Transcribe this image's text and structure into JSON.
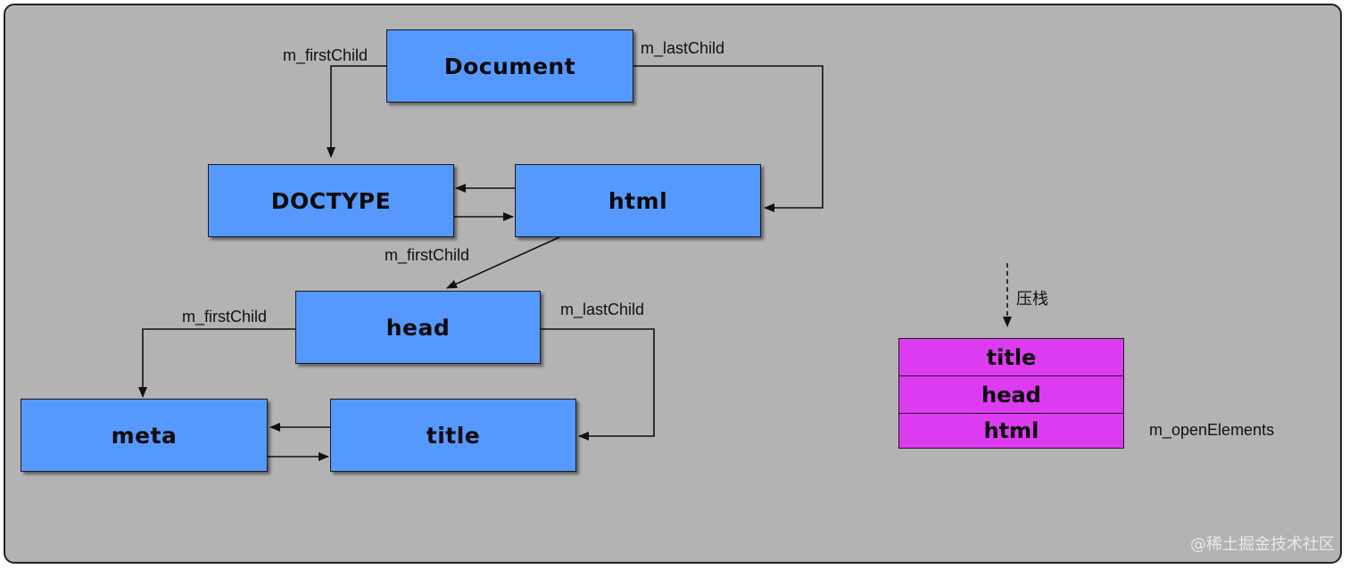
{
  "nodes": {
    "document": "Document",
    "doctype": "DOCTYPE",
    "html": "html",
    "head": "head",
    "meta": "meta",
    "title": "title"
  },
  "labels": {
    "doc_first_child": "m_firstChild",
    "doc_last_child": "m_lastChild",
    "html_first_child": "m_firstChild",
    "head_first_child": "m_firstChild",
    "head_last_child": "m_lastChild",
    "push": "压栈",
    "open_elements": "m_openElements"
  },
  "stack": [
    "title",
    "head",
    "html"
  ],
  "watermark": "@稀土掘金技术社区",
  "colors": {
    "background": "#b3b3b3",
    "node_fill": "#5599ff",
    "stack_fill": "#dd3bf2",
    "line": "#111111"
  }
}
